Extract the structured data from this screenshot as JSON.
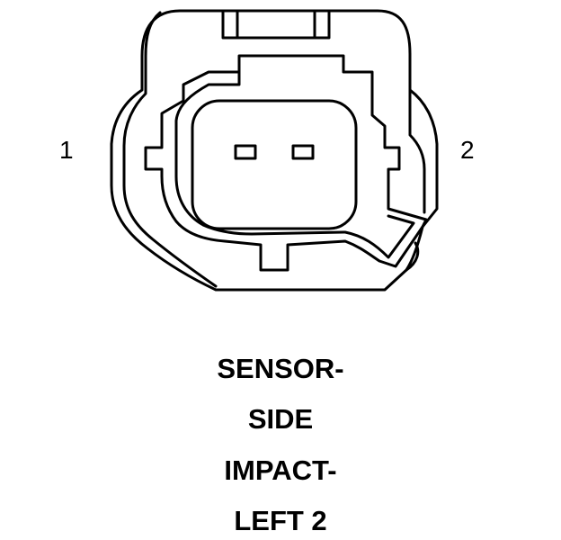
{
  "pin_labels": {
    "left": "1",
    "right": "2"
  },
  "caption_lines": [
    "SENSOR-",
    "SIDE",
    "IMPACT-",
    "LEFT 2"
  ],
  "colors": {
    "line": "#000000",
    "background": "#ffffff"
  }
}
